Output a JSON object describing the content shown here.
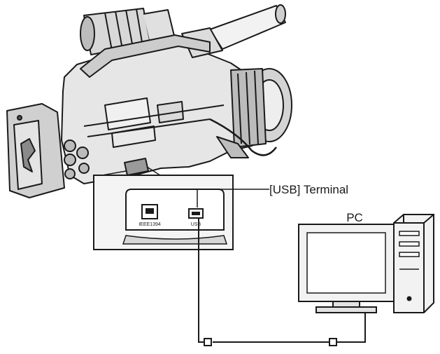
{
  "labels": {
    "usb_terminal": "[USB] Terminal",
    "pc": "PC",
    "port_ieee": "IEEE1394",
    "port_usb": "USB"
  }
}
